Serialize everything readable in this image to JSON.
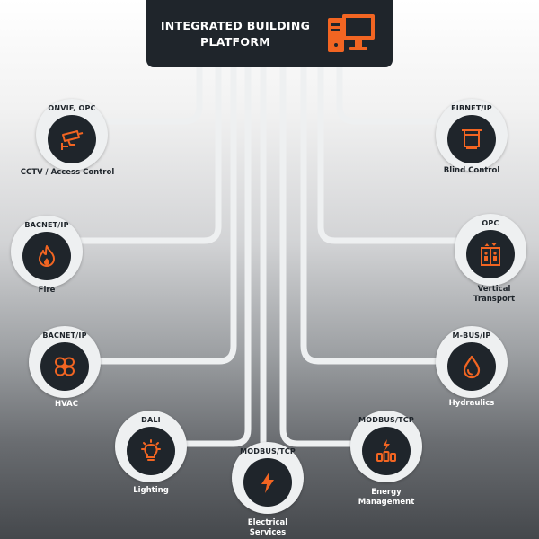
{
  "header": {
    "title_line1": "INTEGRATED BUILDING",
    "title_line2": "PLATFORM",
    "icon": "desktop-computer-icon"
  },
  "colors": {
    "accent": "#f26522",
    "panel": "#1f252b",
    "wire": "#eef0f1"
  },
  "nodes": {
    "cctv": {
      "protocol": "ONVIF, OPC",
      "label": "CCTV / Access Control",
      "icon": "cctv-camera-icon"
    },
    "fire": {
      "protocol": "BACNET/IP",
      "label": "Fire",
      "icon": "flame-icon"
    },
    "hvac": {
      "protocol": "BACNET/IP",
      "label": "HVAC",
      "icon": "fan-icon"
    },
    "lighting": {
      "protocol": "DALI",
      "label": "Lighting",
      "icon": "light-bulb-icon"
    },
    "electrical": {
      "protocol": "MODBUS/TCP",
      "label_line1": "Electrical",
      "label_line2": "Services",
      "icon": "lightning-bolt-icon"
    },
    "energy": {
      "protocol": "MODBUS/TCP",
      "label_line1": "Energy",
      "label_line2": "Management",
      "icon": "energy-meter-icon"
    },
    "hydraulics": {
      "protocol": "M-BUS/IP",
      "label": "Hydraulics",
      "icon": "water-drop-icon"
    },
    "vertical": {
      "protocol": "OPC",
      "label_line1": "Vertical",
      "label_line2": "Transport",
      "icon": "elevator-icon"
    },
    "blind": {
      "protocol": "EIBNET/IP",
      "label": "Blind Control",
      "icon": "blind-icon"
    }
  }
}
